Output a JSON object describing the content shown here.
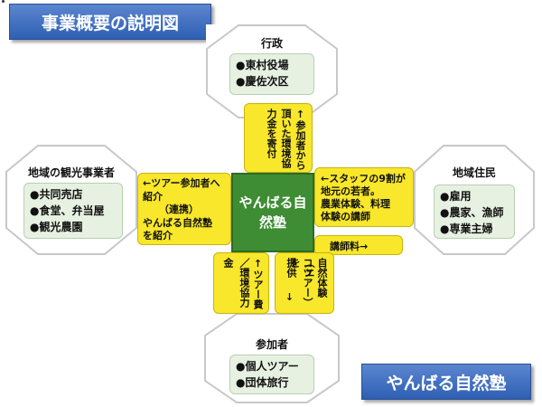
{
  "title_top": "事業概要の説明図",
  "title_bottom": "やんばる自然塾",
  "center_label": "やんばる自然塾",
  "gyosei": {
    "title": "行政",
    "items": [
      "●東村役場",
      "●慶佐次区"
    ]
  },
  "kanko": {
    "title": "地域の観光事業者",
    "items": [
      "●共同売店",
      "●食堂、弁当屋",
      "●観光農園"
    ]
  },
  "jumin": {
    "title": "地域住民",
    "items": [
      "●雇用",
      "●農家、漁師",
      "●専業主婦"
    ]
  },
  "sankasha": {
    "title": "参加者",
    "items": [
      "●個人ツアー",
      "●団体旅行"
    ]
  },
  "boxes": {
    "top_a": "↑参加者から",
    "top_b": "頂いた環境協",
    "top_c": "力金を寄付",
    "left": [
      "←ツアー参加者へ",
      "紹介",
      "（連携）",
      "やんばる自然塾",
      "を紹介"
    ],
    "right": [
      "←スタッフの9割が",
      "地元の若者。",
      "農業体験、料理",
      "体験の講師"
    ],
    "fee": "講師料→",
    "bottom_a": "金",
    "bottom_b": "↑ツアー費",
    "bottom_c": "／環境協力",
    "bottom_d": "提供",
    "bottom_e": "自然体験（エ",
    "bottom_f": "コツアー）を",
    "bottom_g": "↓"
  }
}
